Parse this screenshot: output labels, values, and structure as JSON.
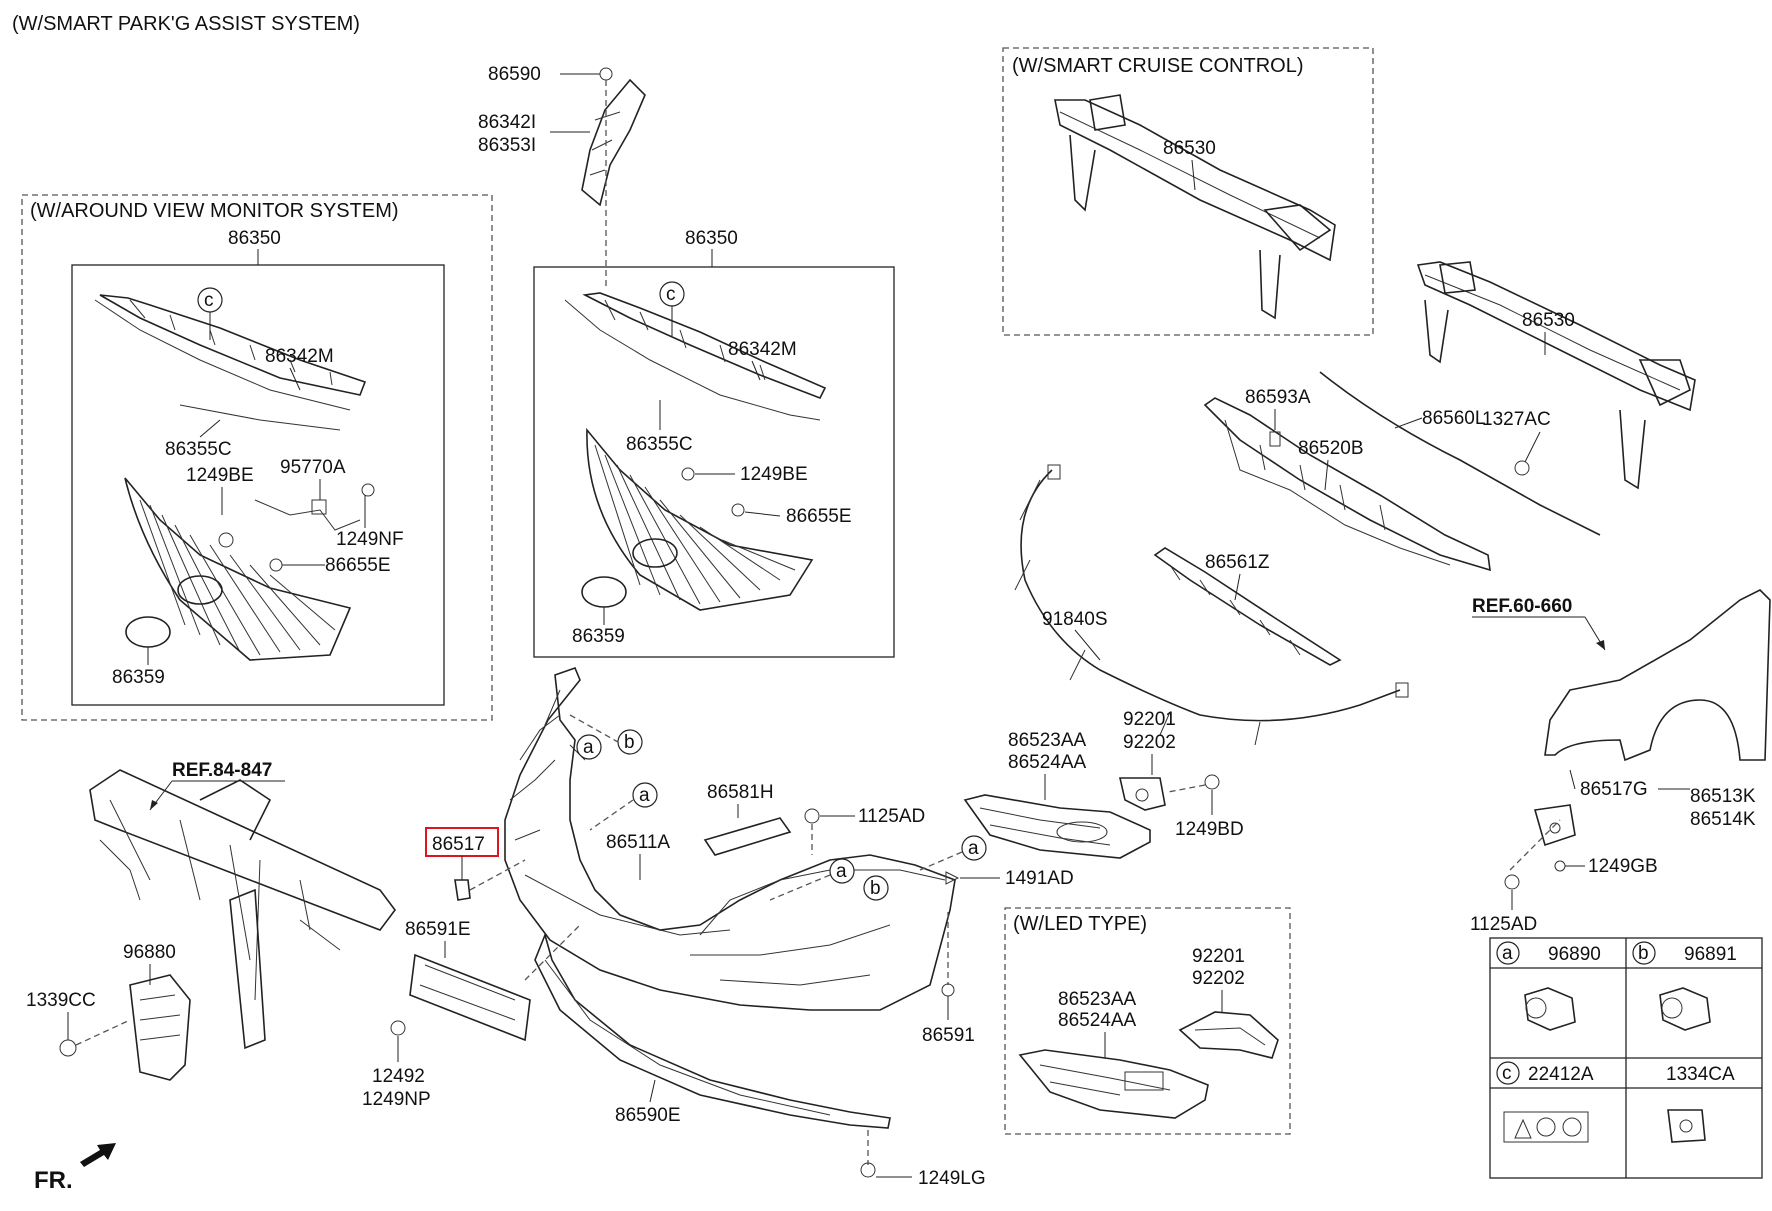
{
  "headers": {
    "smart_park": "(W/SMART PARK'G ASSIST SYSTEM)",
    "around_view": "(W/AROUND VIEW MONITOR SYSTEM)",
    "smart_cruise": "(W/SMART CRUISE CONTROL)",
    "led_type": "(W/LED TYPE)"
  },
  "refs": {
    "ref_84": "REF.84-847",
    "ref_60": "REF.60-660",
    "front": "FR."
  },
  "highlighted_part": "86517",
  "labels": {
    "p86590": "86590",
    "p86342I": "86342I",
    "p86353I": "86353I",
    "av_86350": "86350",
    "av_86342M": "86342M",
    "av_86355C": "86355C",
    "av_1249BE": "1249BE",
    "av_95770A": "95770A",
    "av_1249NF": "1249NF",
    "av_86655E": "86655E",
    "av_86359": "86359",
    "g_86350": "86350",
    "g_86342M": "86342M",
    "g_86355C": "86355C",
    "g_1249BE": "1249BE",
    "g_86655E": "86655E",
    "g_86359": "86359",
    "scc_86530": "86530",
    "p86530": "86530",
    "p86593A": "86593A",
    "p86520B": "86520B",
    "p86560L": "86560L",
    "p1327AC": "1327AC",
    "p86561Z": "86561Z",
    "p91840S": "91840S",
    "p86581H": "86581H",
    "p1125AD": "1125AD",
    "p86511A": "86511A",
    "p1491AD": "1491AD",
    "p86591E": "86591E",
    "p12492": "12492",
    "p1249NP": "1249NP",
    "p86591": "86591",
    "p86590E": "86590E",
    "p1249LG": "1249LG",
    "p86523AA": "86523AA",
    "p86524AA": "86524AA",
    "p92201": "92201",
    "p92202": "92202",
    "p1249BD": "1249BD",
    "led_86523AA": "86523AA",
    "led_86524AA": "86524AA",
    "led_92201": "92201",
    "led_92202": "92202",
    "p86517G": "86517G",
    "p86513K": "86513K",
    "p86514K": "86514K",
    "p1249GB": "1249GB",
    "fender_1125AD": "1125AD",
    "p96880": "96880",
    "p1339CC": "1339CC"
  },
  "callouts": {
    "a": "a",
    "b": "b",
    "c": "c"
  },
  "legend": {
    "a_part": "96890",
    "b_part": "96891",
    "c_part": "22412A",
    "d_part": "1334CA"
  }
}
